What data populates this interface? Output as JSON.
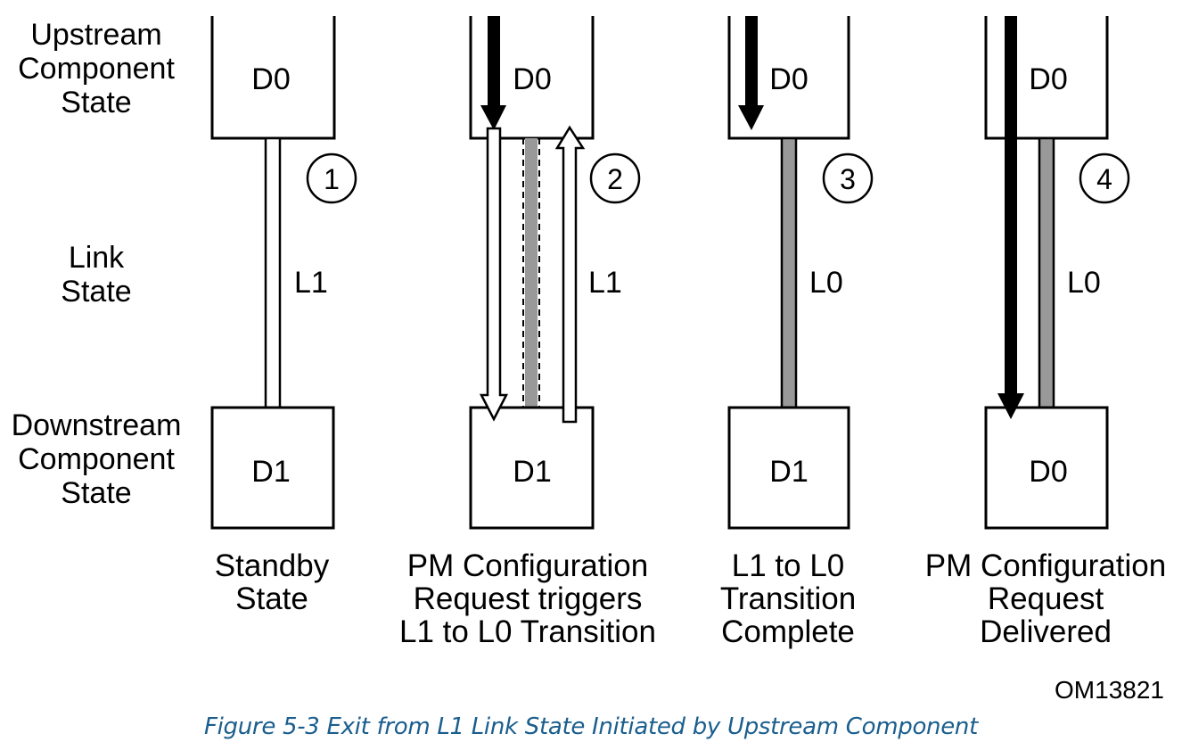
{
  "row_labels": {
    "upstream": [
      "Upstream",
      "Component",
      "State"
    ],
    "link": [
      "Link",
      "State"
    ],
    "downstream": [
      "Downstream",
      "Component",
      "State"
    ]
  },
  "panels": [
    {
      "step": "1",
      "upstream_state": "D0",
      "downstream_state": "D1",
      "link_state": "L1",
      "link_color": "#ffffff",
      "caption": [
        "Standby",
        "State"
      ]
    },
    {
      "step": "2",
      "upstream_state": "D0",
      "downstream_state": "D1",
      "link_state": "L1",
      "link_color": "#999999",
      "caption": [
        "PM Configuration",
        "Request triggers",
        "L1 to L0 Transition"
      ]
    },
    {
      "step": "3",
      "upstream_state": "D0",
      "downstream_state": "D1",
      "link_state": "L0",
      "link_color": "#999999",
      "caption": [
        "L1 to L0",
        "Transition",
        "Complete"
      ]
    },
    {
      "step": "4",
      "upstream_state": "D0",
      "downstream_state": "D0",
      "link_state": "L0",
      "link_color": "#999999",
      "caption": [
        "PM Configuration",
        "Request",
        "Delivered"
      ]
    }
  ],
  "figure_id": "OM13821",
  "figure_caption": "Figure 5-3 Exit from L1 Link State Initiated by Upstream Component",
  "colors": {
    "caption": "#1a5e8e",
    "link_active": "#999999",
    "line": "#000000"
  }
}
